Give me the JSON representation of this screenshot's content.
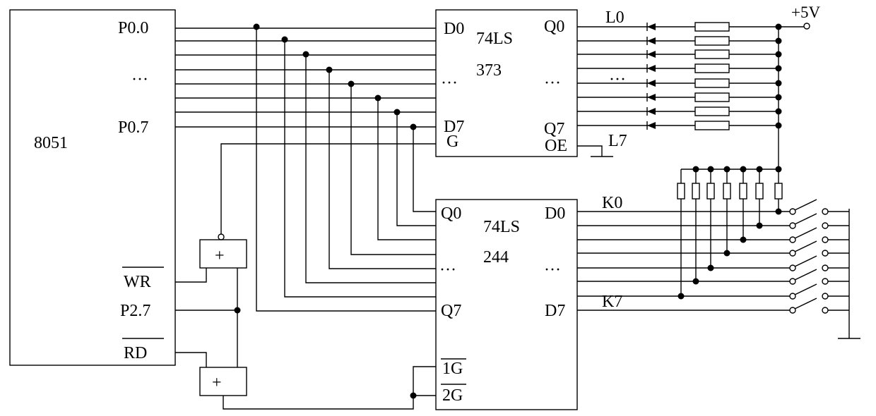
{
  "mcu": {
    "name": "8051",
    "p00": "P0.0",
    "ellipsis": "···",
    "p07": "P0.7",
    "wr": "WR",
    "p27": "P2.7",
    "rd": "RD"
  },
  "latch": {
    "name1": "74LS",
    "name2": "373",
    "d0": "D0",
    "dell": "···",
    "d7": "D7",
    "g": "G",
    "q0": "Q0",
    "qell": "···",
    "q7": "Q7",
    "oe": "OE"
  },
  "buffer": {
    "name1": "74LS",
    "name2": "244",
    "q0": "Q0",
    "qell": "···",
    "q7": "Q7",
    "d0": "D0",
    "dell": "···",
    "d7": "D7",
    "g1": "1G",
    "g2": "2G"
  },
  "labels": {
    "l0": "L0",
    "lell": "···",
    "l7": "L7",
    "k0": "K0",
    "k7": "K7",
    "vcc": "+5V"
  },
  "gates": {
    "upper": "+",
    "lower": "+"
  }
}
